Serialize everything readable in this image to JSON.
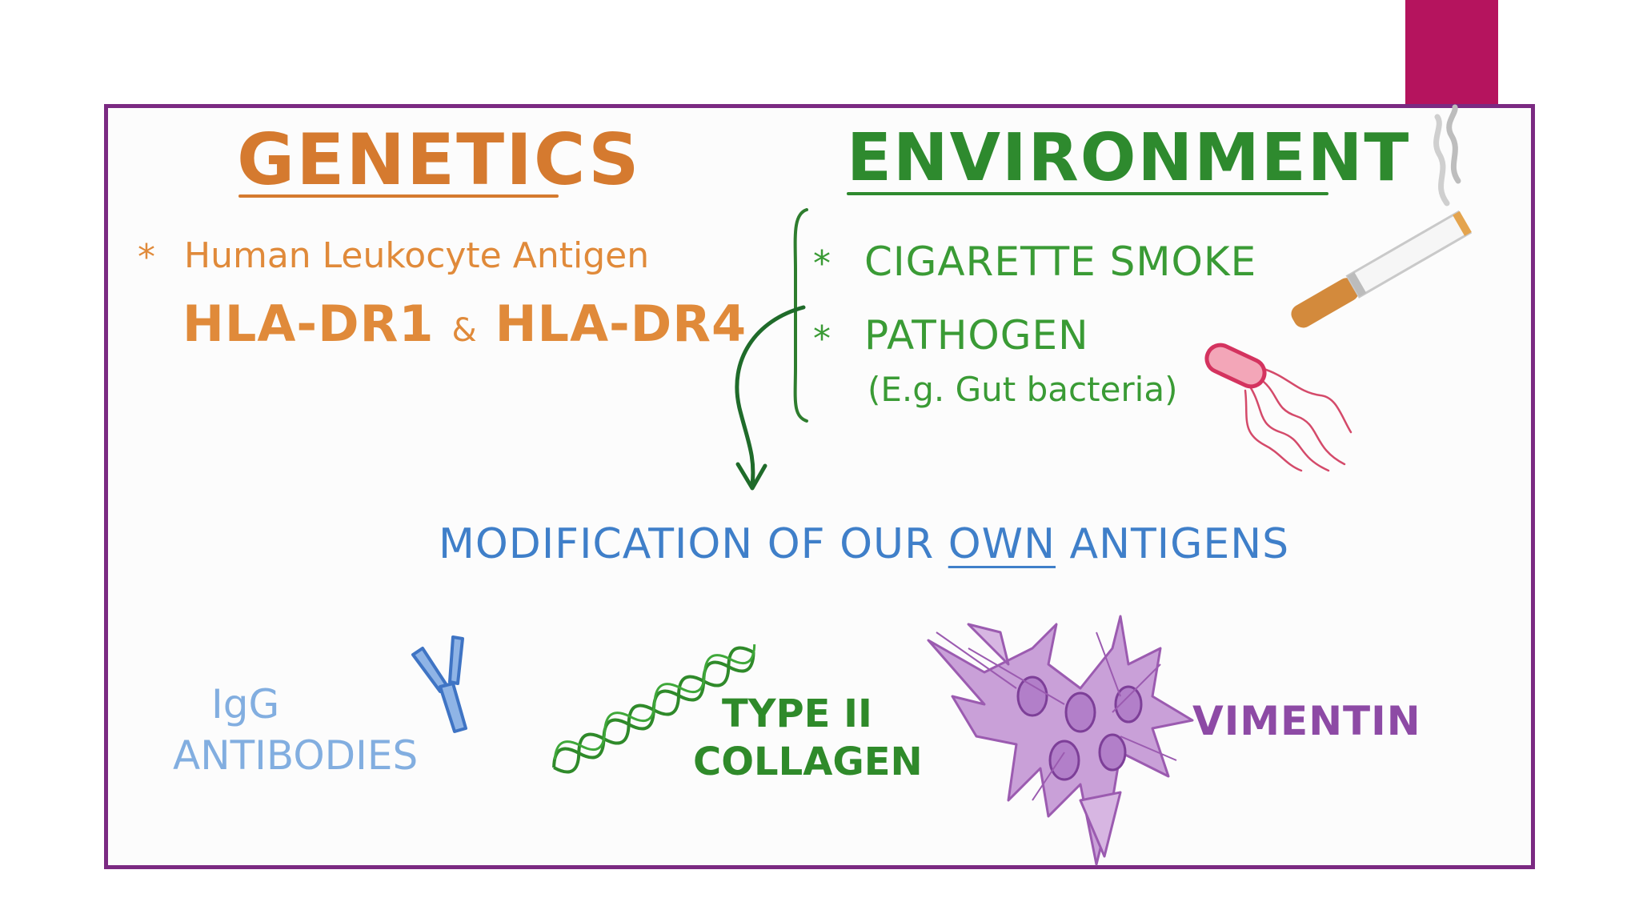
{
  "genetics": {
    "title": "GENETICS",
    "bullet": "*",
    "item": "Human Leukocyte Antigen",
    "hla_a": "HLA-DR1",
    "hla_amp": "&",
    "hla_b": "HLA-DR4"
  },
  "environment": {
    "title": "ENVIRONMENT",
    "bullet": "*",
    "item1": "CIGARETTE SMOKE",
    "item2": "PATHOGEN",
    "example": "(E.g. Gut bacteria)"
  },
  "result": {
    "prefix": "MODIFICATION OF OUR",
    "emphasis": "OWN",
    "suffix": "ANTIGENS"
  },
  "antigens": {
    "igg_line1": "IgG",
    "igg_line2": "ANTIBODIES",
    "collagen_line1": "TYPE II",
    "collagen_line2": "COLLAGEN",
    "vimentin": "VIMENTIN"
  },
  "colors": {
    "accent_tab": "#b5145e",
    "frame": "#7b2a82",
    "genetics": "#d57a2f",
    "environment": "#2e8a2e",
    "result": "#3f7fc9",
    "igg": "#82aee0",
    "vimentin": "#8d4aa5"
  },
  "icons": [
    "cigarette-icon",
    "bacteria-icon",
    "antibody-icon",
    "collagen-helix-icon",
    "vimentin-cells-icon",
    "curved-arrow-icon",
    "brace-icon"
  ]
}
